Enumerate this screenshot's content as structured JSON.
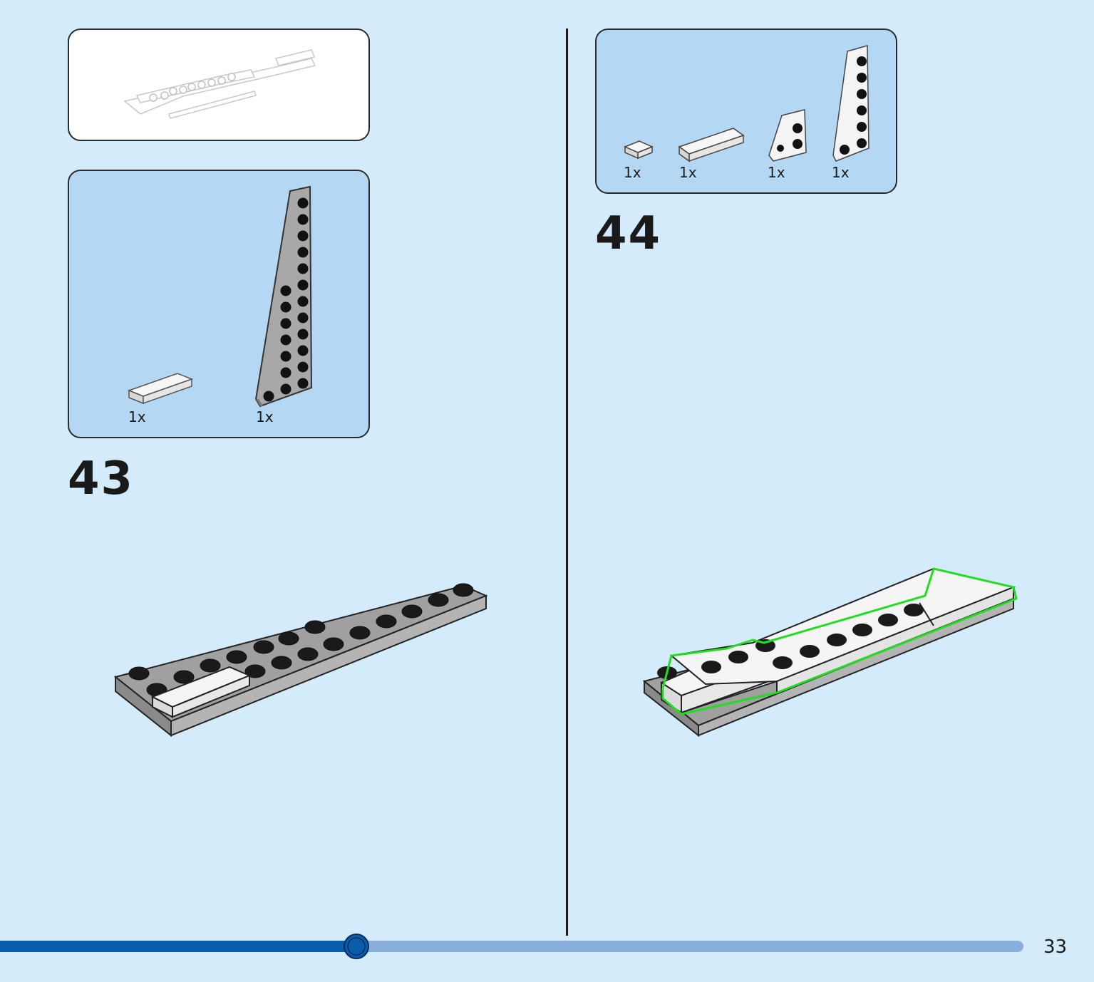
{
  "steps": [
    {
      "number": "43",
      "parts": [
        {
          "qty": "1x",
          "icon": "white-tile-1x4"
        },
        {
          "qty": "1x",
          "icon": "gray-wedge-plate"
        }
      ]
    },
    {
      "number": "44",
      "parts": [
        {
          "qty": "1x",
          "icon": "white-tile-1x1"
        },
        {
          "qty": "1x",
          "icon": "white-tile-1x4"
        },
        {
          "qty": "1x",
          "icon": "white-wedge-plate-small"
        },
        {
          "qty": "1x",
          "icon": "white-wedge-plate-long"
        }
      ]
    }
  ],
  "footer": {
    "page_number": "33",
    "progress": 0.348
  },
  "colors": {
    "background": "#d4ebfb",
    "parts_box": "#b4d8f4",
    "progress_done": "#0a5cad",
    "progress_rest": "#8aaedd",
    "highlight": "#22dd22"
  }
}
